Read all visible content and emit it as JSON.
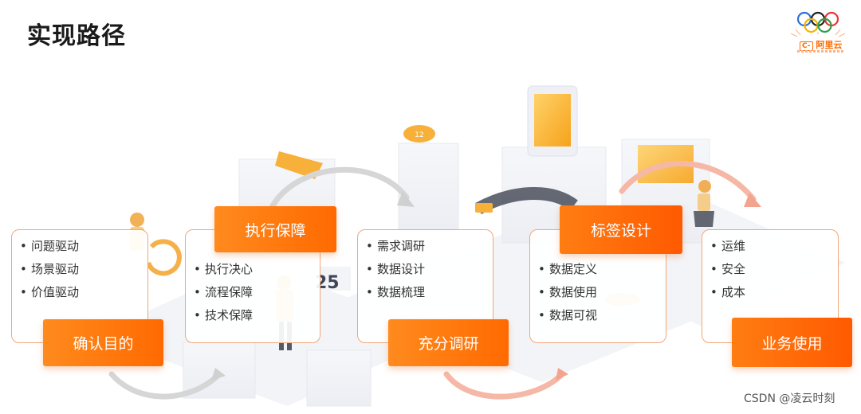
{
  "title": "实现路径",
  "logo": {
    "brand_text": "阿里云",
    "icon": "olympic-rings-icon"
  },
  "steps": [
    {
      "tag": "确认目的",
      "items": [
        "问题驱动",
        "场景驱动",
        "价值驱动"
      ]
    },
    {
      "tag": "执行保障",
      "items": [
        "执行决心",
        "流程保障",
        "技术保障"
      ]
    },
    {
      "tag": "充分调研",
      "items": [
        "需求调研",
        "数据设计",
        "数据梳理"
      ]
    },
    {
      "tag": "标签设计",
      "items": [
        "数据定义",
        "数据使用",
        "数据可视"
      ]
    },
    {
      "tag": "业务使用",
      "items": [
        "运维",
        "安全",
        "成本"
      ]
    }
  ],
  "illustration": {
    "board_number": "25",
    "badge_number": "12"
  },
  "watermark": "CSDN @凌云时刻",
  "colors": {
    "accent": "#ff6a00",
    "card_border": "#f3a777",
    "text": "#333333"
  }
}
